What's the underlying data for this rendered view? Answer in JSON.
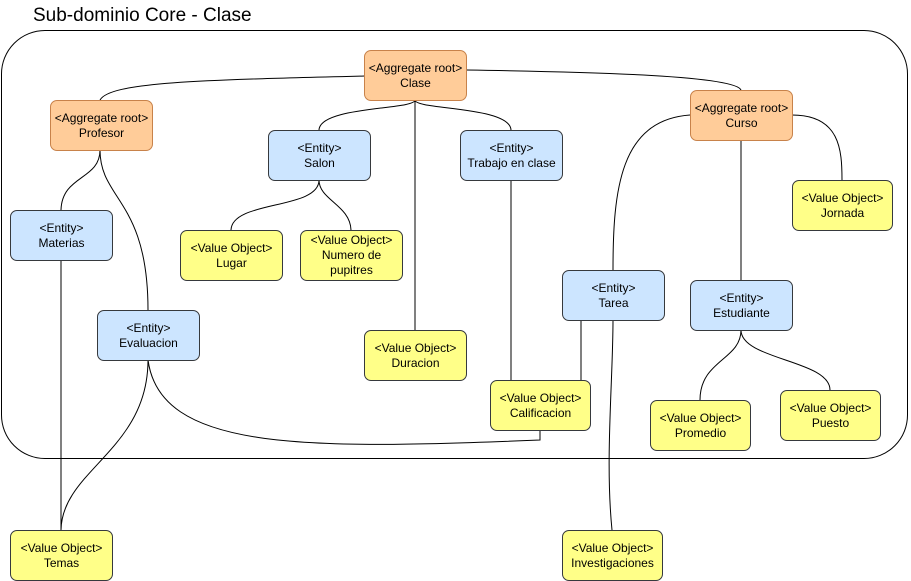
{
  "title": "Sub-dominio Core - Clase",
  "colors": {
    "aggregate_fill": "#ffcc99",
    "entity_fill": "#cce5ff",
    "value_fill": "#ffff88",
    "stroke": "#000000"
  },
  "nodes": {
    "clase": {
      "stereotype": "<Aggregate root>",
      "name": "Clase"
    },
    "profesor": {
      "stereotype": "<Aggregate root>",
      "name": "Profesor"
    },
    "curso": {
      "stereotype": "<Aggregate root>",
      "name": "Curso"
    },
    "salon": {
      "stereotype": "<Entity>",
      "name": "Salon"
    },
    "trabajo": {
      "stereotype": "<Entity>",
      "name": "Trabajo en clase"
    },
    "materias": {
      "stereotype": "<Entity>",
      "name": "Materias"
    },
    "evaluacion": {
      "stereotype": "<Entity>",
      "name": "Evaluacion"
    },
    "tarea": {
      "stereotype": "<Entity>",
      "name": "Tarea"
    },
    "estudiante": {
      "stereotype": "<Entity>",
      "name": "Estudiante"
    },
    "lugar": {
      "stereotype": "<Value Object>",
      "name": "Lugar"
    },
    "pupitres": {
      "stereotype": "<Value Object>",
      "name": "Numero de",
      "name2": "pupitres"
    },
    "duracion": {
      "stereotype": "<Value Object>",
      "name": "Duracion"
    },
    "calificacion": {
      "stereotype": "<Value Object>",
      "name": "Calificacion"
    },
    "jornada": {
      "stereotype": "<Value Object>",
      "name": "Jornada"
    },
    "promedio": {
      "stereotype": "<Value Object>",
      "name": "Promedio"
    },
    "puesto": {
      "stereotype": "<Value Object>",
      "name": "Puesto"
    },
    "temas": {
      "stereotype": "<Value Object>",
      "name": "Temas"
    },
    "investigaciones": {
      "stereotype": "<Value Object>",
      "name": "Investigaciones"
    }
  }
}
